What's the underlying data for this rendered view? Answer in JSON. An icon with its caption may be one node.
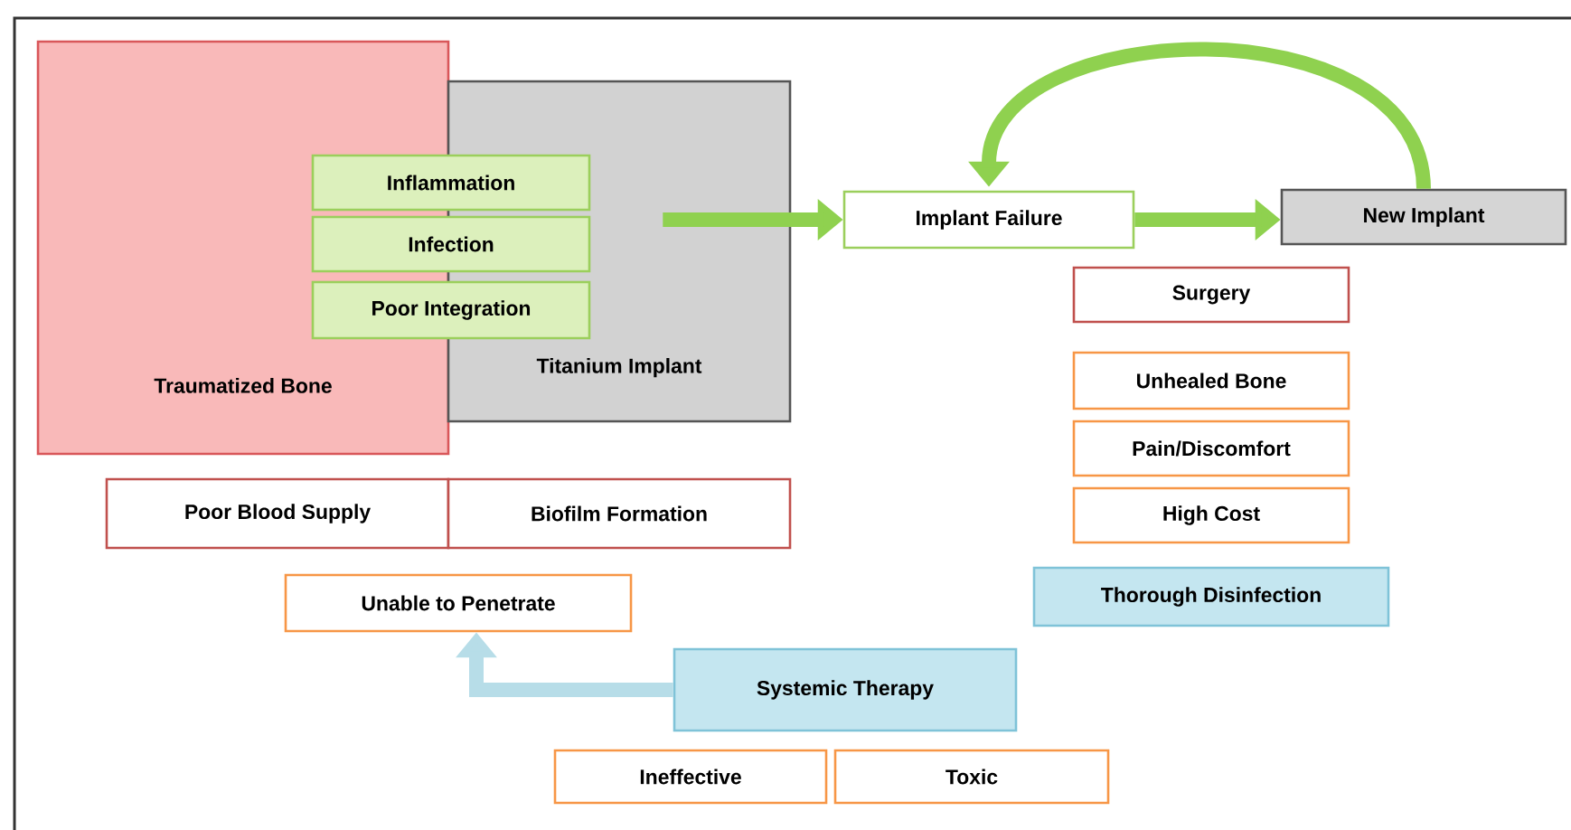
{
  "diagram": {
    "nodes": [
      {
        "text": [
          "Traumatized Bone"
        ]
      },
      {
        "text": [
          "Titanium Implant"
        ]
      },
      {
        "text": [
          "Inflammation"
        ]
      },
      {
        "text": [
          "Infection"
        ]
      },
      {
        "text": [
          "Poor Integration"
        ]
      },
      {
        "text": [
          "Implant Failure"
        ]
      },
      {
        "text": [
          "New Implant"
        ]
      },
      {
        "text": [
          "Surgery"
        ]
      },
      {
        "text": [
          "Poor Blood Supply"
        ]
      },
      {
        "text": [
          "Biofilm Formation"
        ]
      },
      {
        "text": [
          "Unable to Penetrate"
        ]
      },
      {
        "text": [
          "Unhealed Bone"
        ]
      },
      {
        "text": [
          "Pain/Discomfort"
        ]
      },
      {
        "text": [
          "High Cost"
        ]
      },
      {
        "text": [
          "Thorough Disinfection"
        ]
      },
      {
        "text": [
          "Systemic Therapy"
        ]
      },
      {
        "text": [
          "Ineffective"
        ]
      },
      {
        "text": [
          "Toxic"
        ]
      }
    ],
    "edges": [
      {
        "from": 1,
        "to": 5,
        "arrow": "to"
      },
      {
        "from": 5,
        "to": 6,
        "arrow": "to"
      },
      {
        "from": 6,
        "to": 5,
        "arrow": "to"
      },
      {
        "from": 15,
        "to": 10,
        "arrow": "to",
        "color": "#b7dde8"
      }
    ]
  }
}
